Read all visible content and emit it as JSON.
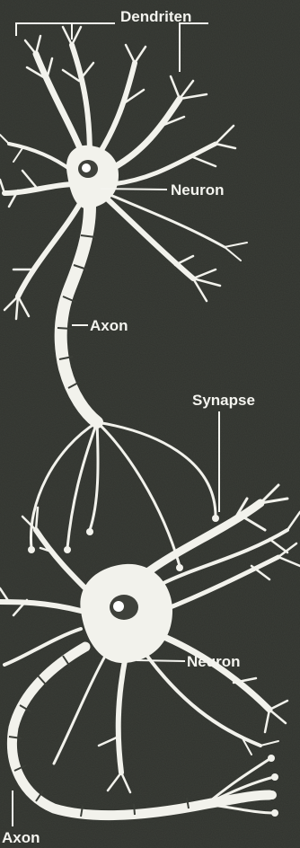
{
  "labels": {
    "dendrites": "Dendriten",
    "neuron_top": "Neuron",
    "axon_top": "Axon",
    "synapse": "Synapse",
    "neuron_bottom": "Neuron",
    "axon_bottom": "Axon"
  },
  "colors": {
    "background": "#3b3e38",
    "cell": "#f2f2ec",
    "label": "#f4f4ef"
  }
}
